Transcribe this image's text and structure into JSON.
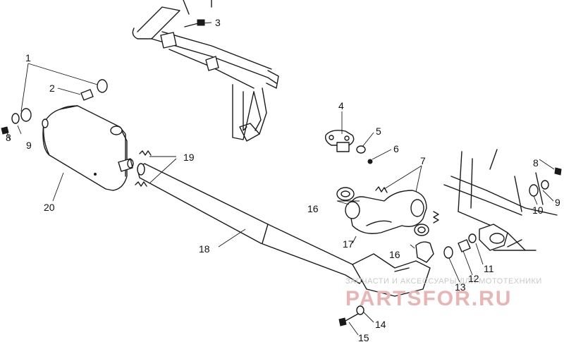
{
  "callouts": {
    "c1": "1",
    "c2": "2",
    "c3": "3",
    "c4": "4",
    "c5": "5",
    "c6": "6",
    "c7": "7",
    "c8a": "8",
    "c8b": "8",
    "c9a": "9",
    "c9b": "9",
    "c10": "10",
    "c11": "11",
    "c12": "12",
    "c13": "13",
    "c14": "14",
    "c15": "15",
    "c16a": "16",
    "c16b": "16",
    "c17": "17",
    "c18": "18",
    "c19": "19",
    "c20": "20"
  },
  "watermark": {
    "tagline": "ЗАПЧАСТИ И АКСЕССУАРЫ ДЛЯ МОТОТЕХНИКИ",
    "brand": "PARTSFOR.RU"
  },
  "colors": {
    "line": "#1a1a1a",
    "watermark_red": "#e8b4b4",
    "watermark_grey": "#c9c9c9"
  }
}
